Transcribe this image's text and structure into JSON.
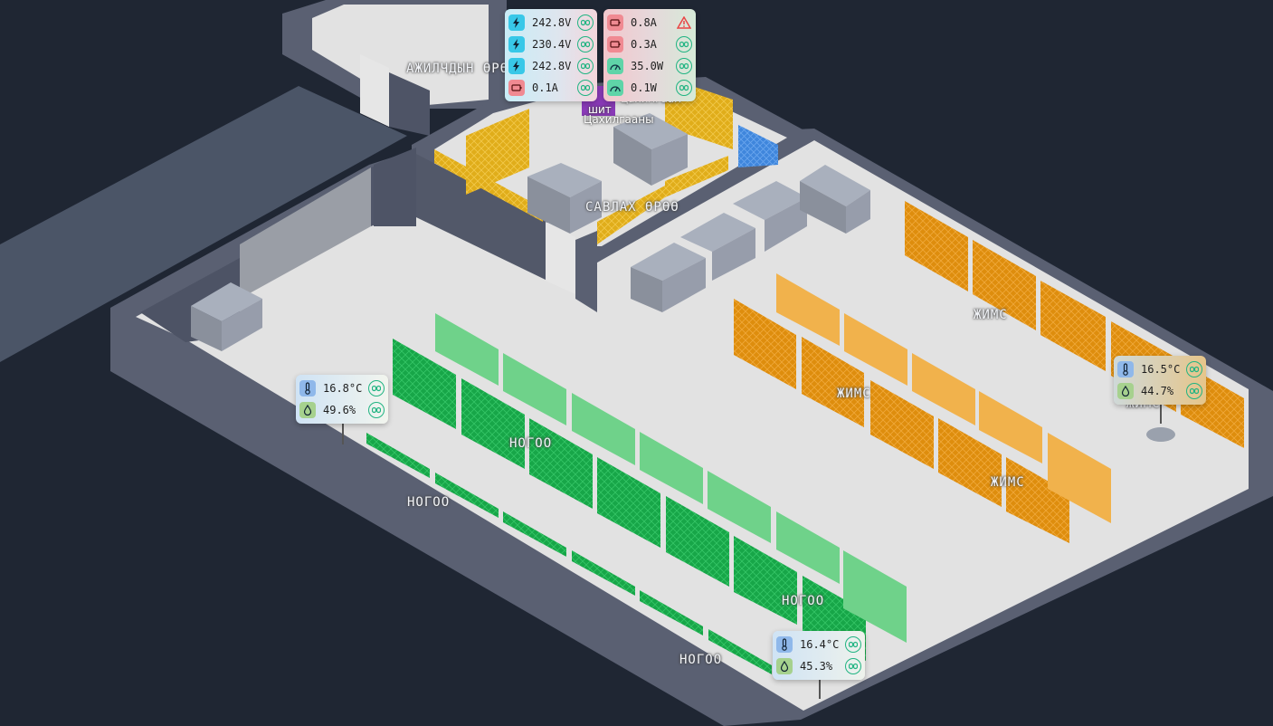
{
  "rooms": {
    "office_label": "АЖИЛЧДЫН ӨРӨӨ",
    "packing_label": "САВЛАХ ӨРӨӨ",
    "electric_label_1": "цахилгаан",
    "electric_label_2": "шит",
    "electric_label_3": "Цахилгааны"
  },
  "zones": {
    "fruit_1": "ЖИМС",
    "fruit_2": "ЖИМС",
    "fruit_3": "ЖИМС",
    "fruit_4": "ЖИМС",
    "veg_1": "НОГОО",
    "veg_2": "НОГОО",
    "veg_3": "НОГОО",
    "veg_4": "НОГОО"
  },
  "power_panel": {
    "voltages": [
      "242.8V",
      "230.4V",
      "242.8V"
    ],
    "current_left": "0.1A",
    "right": [
      {
        "value": "0.8A",
        "icon": "battery-icon",
        "status": "warning"
      },
      {
        "value": "0.3A",
        "icon": "battery-icon",
        "status": "linked"
      },
      {
        "value": "35.0W",
        "icon": "gauge-icon",
        "status": "linked"
      },
      {
        "value": "0.1W",
        "icon": "gauge-icon",
        "status": "linked"
      }
    ]
  },
  "sensors": {
    "s1": {
      "temp": "16.8°C",
      "humidity": "49.6%"
    },
    "s2": {
      "temp": "16.5°C",
      "humidity": "44.7%"
    },
    "s3": {
      "temp": "16.4°C",
      "humidity": "45.3%"
    }
  },
  "colors": {
    "background": "#1f2633",
    "floor": "#e2e2e2",
    "wall": "#5a6072",
    "fruit": "#e4920e",
    "vegetable": "#1aad4a",
    "packing": "#e6b21c",
    "cooler": "#4a8fe0",
    "link": "#20b482",
    "warning": "#e94545"
  }
}
